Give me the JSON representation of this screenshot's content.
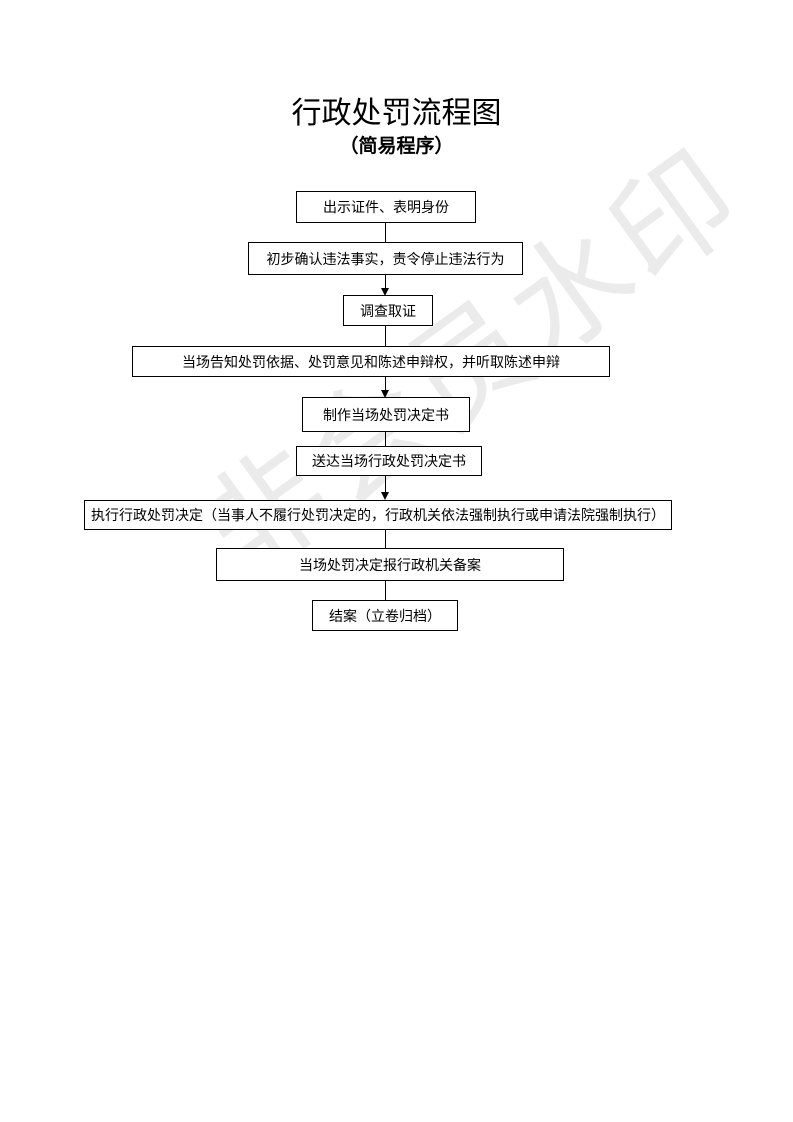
{
  "document": {
    "title": "行政处罚流程图",
    "subtitle": "（简易程序）"
  },
  "flow_steps": [
    "出示证件、表明身份",
    "初步确认违法事实，责令停止违法行为",
    "调查取证",
    "当场告知处罚依据、处罚意见和陈述申辩权，并听取陈述申辩",
    "制作当场处罚决定书",
    "送达当场行政处罚决定书",
    "执行行政处罚决定（当事人不履行处罚决定的，行政机关依法强制执行或申请法院强制执行）",
    "当场处罚决定报行政机关备案",
    "结案（立卷归档）"
  ],
  "watermark": {
    "text": "非会员水印"
  }
}
